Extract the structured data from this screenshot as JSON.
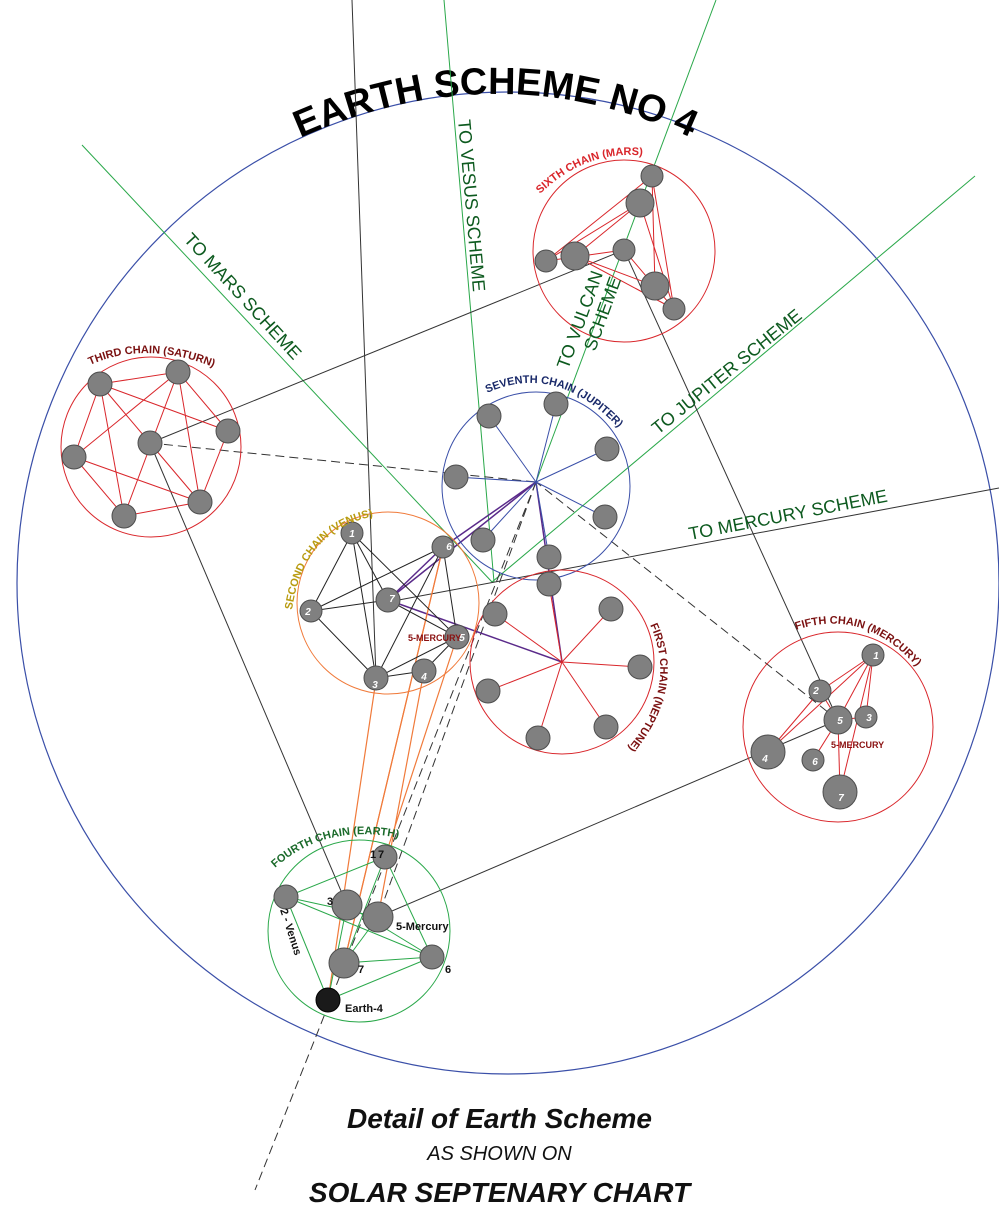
{
  "title": "EARTH SCHEME NO 4",
  "direction_labels": {
    "mars": "TO MARS SCHEME",
    "venus": "TO VESUS SCHEME",
    "vulcan_line1": "TO VULCAN",
    "vulcan_line2": "SCHEME",
    "jupiter": "TO JUPITER SCHEME",
    "mercury": "TO MERCURY SCHEME"
  },
  "chains": {
    "first": "FIRST CHAIN (NEPTUNE)",
    "second": "SECOND CHAIN (VENUS)",
    "third": "THIRD CHAIN (SATURN)",
    "fourth": "FOURTH CHAIN (EARTH)",
    "fifth": "FIFTH CHAIN (MERCURY)",
    "sixth": "SIXTH CHAIN (MARS)",
    "seventh": "SEVENTH CHAIN (JUPITER)"
  },
  "second_chain_nodes": {
    "n1": "1",
    "n2": "2",
    "n3": "3",
    "n4": "4",
    "n5": "5",
    "n6": "6",
    "n7": "7",
    "mercury": "5-MERCURY"
  },
  "fifth_chain_nodes": {
    "n1": "1",
    "n2": "2",
    "n3": "3",
    "n4": "4",
    "n5": "5",
    "n6": "6",
    "n7": "7",
    "mercury": "5-MERCURY"
  },
  "fourth_chain_nodes": {
    "n1": "1",
    "n2": "2 - Venus",
    "n3": "3",
    "n5": "5-Mercury",
    "n6": "6",
    "n7": "7",
    "earth": "Earth-4"
  },
  "caption": {
    "line1": "Detail of  Earth Scheme",
    "line2": "AS SHOWN ON",
    "line3": "SOLAR SEPTENARY CHART"
  },
  "colors": {
    "outer_circle": "#3a4fa8",
    "red_chain": "#d9262b",
    "orange_chain": "#f07a3a",
    "blue_chain": "#3a4fa8",
    "green_chain": "#2aa84a",
    "direction_text": "#0d5a1f",
    "purple_link": "#5a2a8a"
  }
}
